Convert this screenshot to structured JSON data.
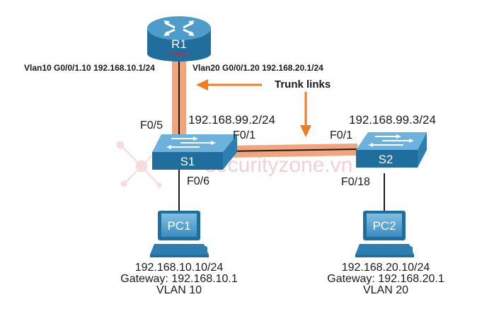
{
  "router": {
    "name": "R1",
    "port": "G0/0/1"
  },
  "subinterfaces": {
    "vlan10": "Vlan10 G0/0/1.10 192.168.10.1/24",
    "vlan20": "Vlan20 G0/0/1.20 192.168.20.1/24"
  },
  "trunk_label": "Trunk links",
  "s1": {
    "name": "S1",
    "ip": "192.168.99.2/24",
    "port_router": "F0/5",
    "port_trunk": "F0/1",
    "port_pc": "F0/6"
  },
  "s2": {
    "name": "S2",
    "ip": "192.168.99.3/24",
    "port_trunk": "F0/1",
    "port_pc": "F0/18"
  },
  "pc1": {
    "name": "PC1",
    "ip": "192.168.10.10/24",
    "gateway": "Gateway: 192.168.10.1",
    "vlan": "VLAN 10"
  },
  "pc2": {
    "name": "PC2",
    "ip": "192.168.20.10/24",
    "gateway": "Gateway: 192.168.20.1",
    "vlan": "VLAN 20"
  },
  "watermark": "securityzone.vn",
  "colors": {
    "device_blue": "#1f6e9e",
    "device_light": "#5aa6d2",
    "trunk": "#f2a57c",
    "arrow": "#ef7d22",
    "label_red": "#e0202a"
  }
}
